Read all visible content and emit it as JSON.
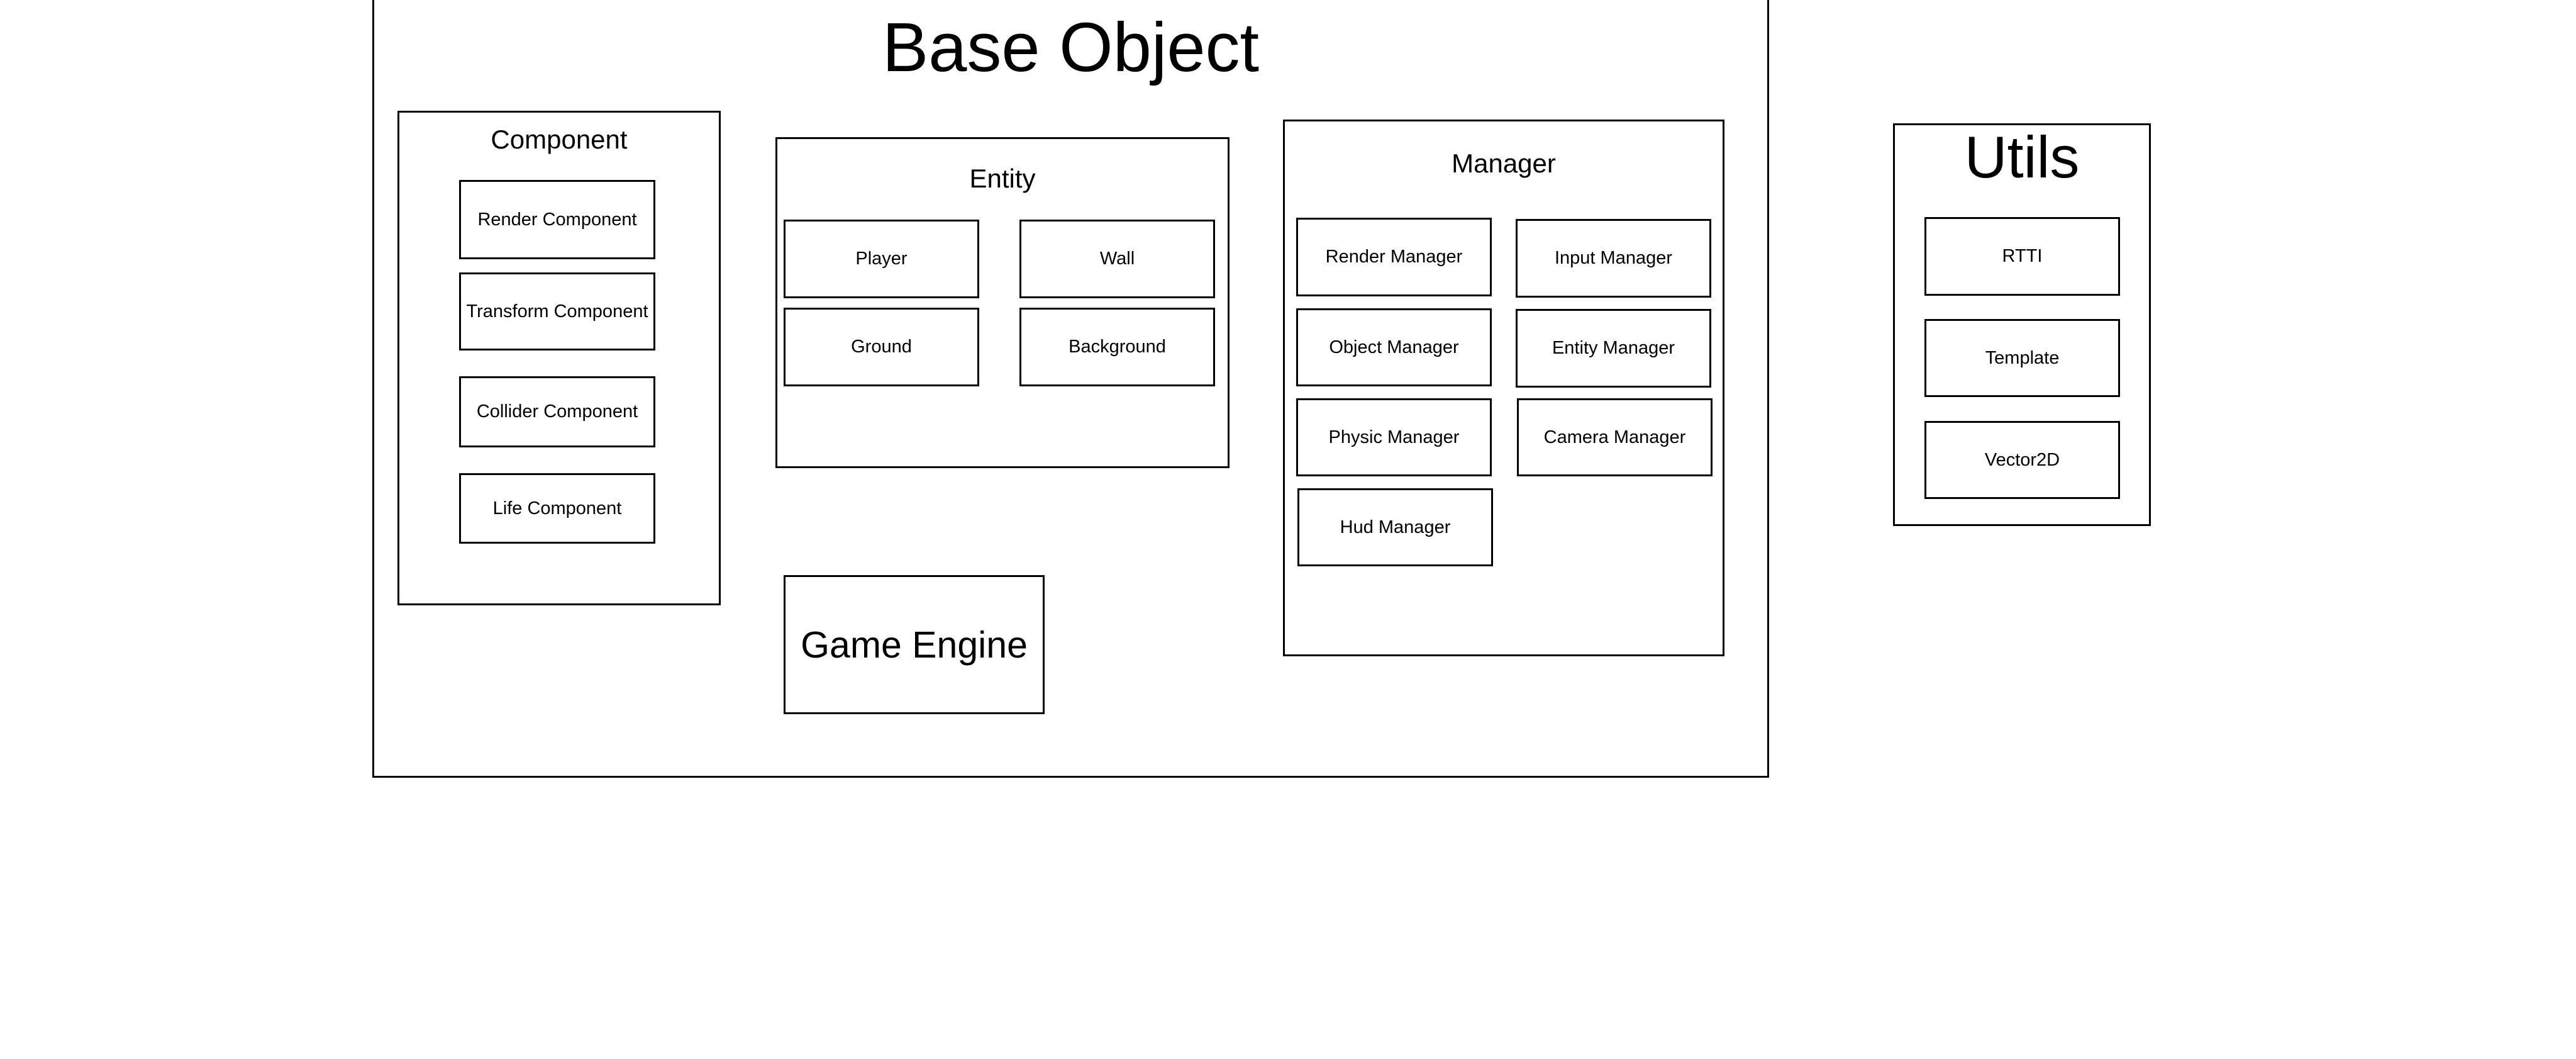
{
  "base_object": {
    "title": "Base Object"
  },
  "component": {
    "title": "Component",
    "items": [
      "Render Component",
      "Transform Component",
      "Collider Component",
      "Life Component"
    ]
  },
  "entity": {
    "title": "Entity",
    "items": [
      "Player",
      "Wall",
      "Ground",
      "Background"
    ]
  },
  "manager": {
    "title": "Manager",
    "items": [
      "Render Manager",
      "Input Manager",
      "Object Manager",
      "Entity Manager",
      "Physic Manager",
      "Camera Manager",
      "Hud Manager"
    ]
  },
  "game_engine": {
    "label": "Game Engine"
  },
  "utils": {
    "title": "Utils",
    "items": [
      "RTTI",
      "Template",
      "Vector2D"
    ]
  },
  "colors": {
    "stroke": "#000000",
    "fill": "#ffffff",
    "text": "#000000"
  }
}
